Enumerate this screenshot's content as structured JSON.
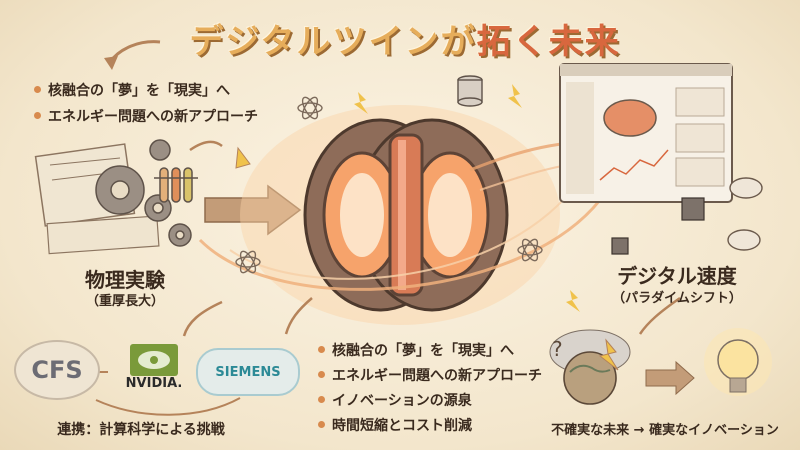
{
  "title": {
    "main": "デジタルツインが",
    "highlight": "拓く未来"
  },
  "top_bullets": [
    "核融合の「夢」を「現実」へ",
    "エネルギー問題への新アプローチ"
  ],
  "physical": {
    "label": "物理実験",
    "sublabel": "（重厚長大）"
  },
  "digital": {
    "label": "デジタル速度",
    "sublabel": "（パラダイムシフト）"
  },
  "partners": {
    "cfs": "CFS",
    "nvidia": "NVIDIA.",
    "siemens": "SIEMENS"
  },
  "collab_caption": "連携：計算科学による挑戦",
  "bottom_bullets": [
    "核融合の「夢」を「現実」へ",
    "エネルギー問題への新アプローチ",
    "イノベーションの源泉",
    "時間短縮とコスト削減"
  ],
  "future_caption": "不確実な未来 → 確実なイノベーション",
  "colors": {
    "accent": "#d8673e",
    "gold": "#e6ad5b",
    "ink": "#3a2a1e",
    "glow": "#f6a36b"
  }
}
